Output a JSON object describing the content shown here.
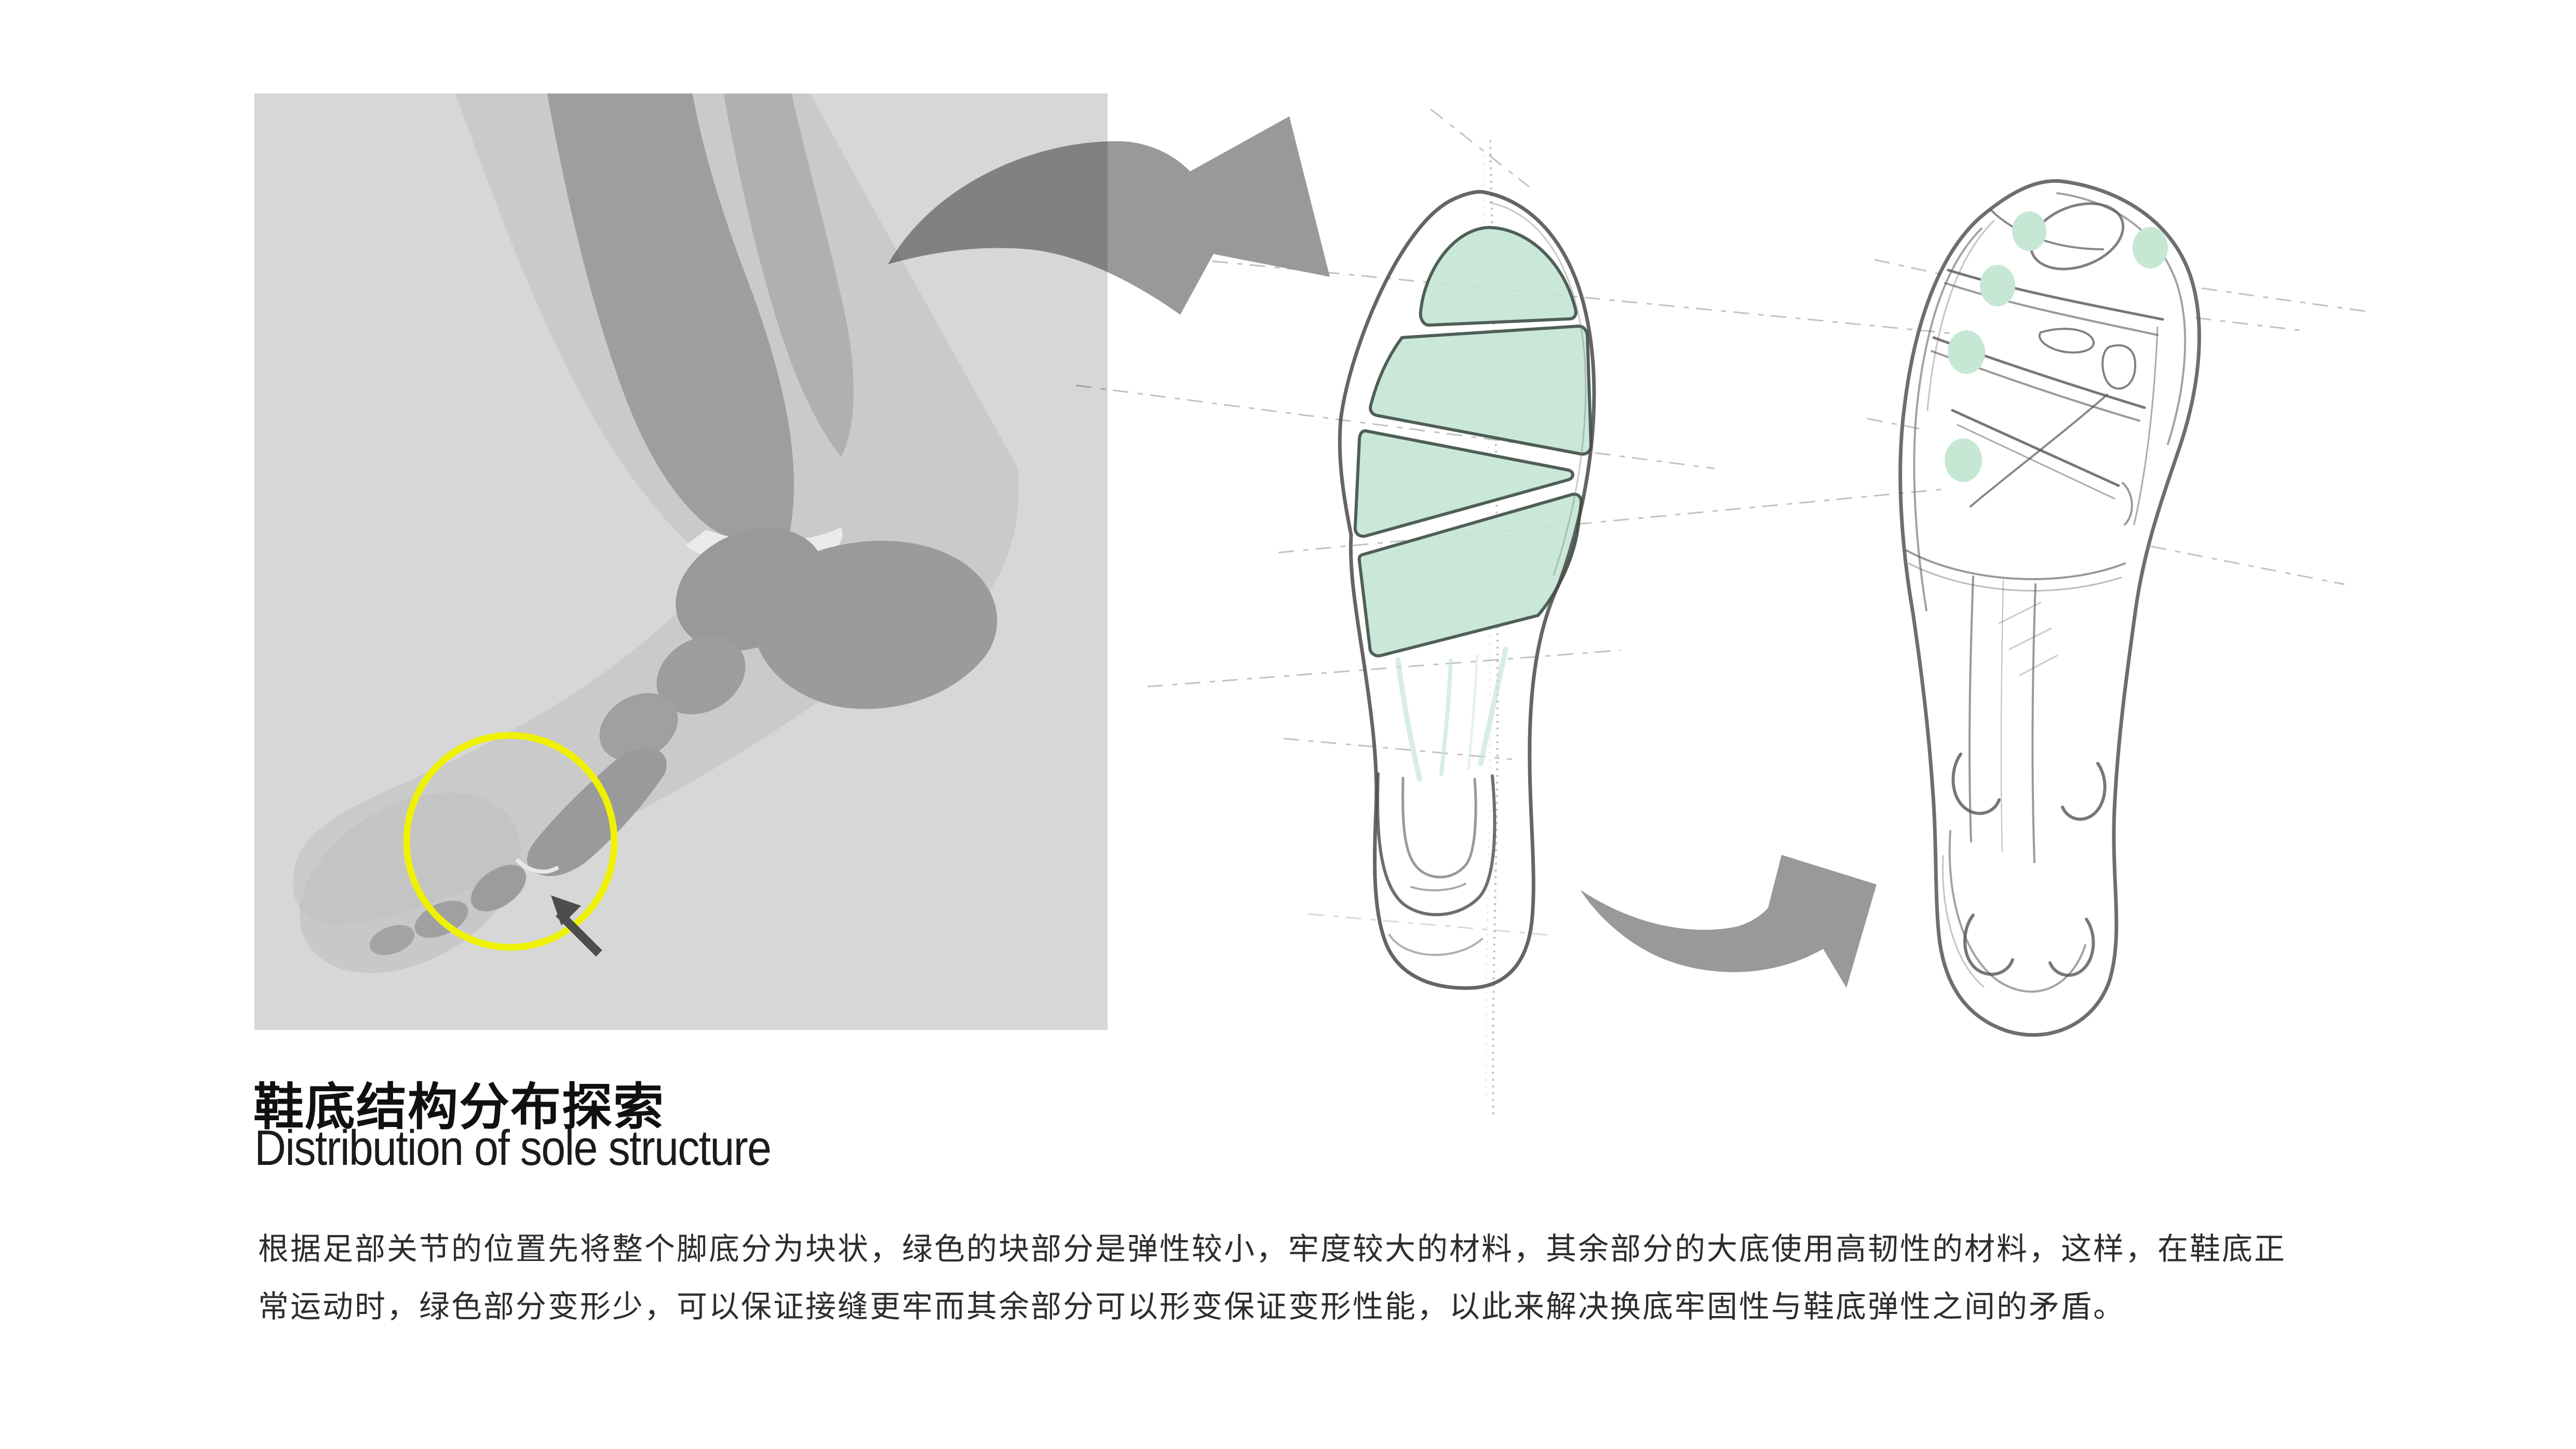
{
  "title": {
    "zh": "鞋底结构分布探索",
    "en": "Distribution of sole structure"
  },
  "body": {
    "lines": [
      "根据足部关节的位置先将整个脚底分为块状，绿色的块部分是弹性较小，牢度较大的材料，其余部分的大底使用高韧性的材料，这样，在鞋底正",
      "常运动时，绿色部分变形少，可以保证接缝更牢而其余部分可以形变保证变形性能，以此来解决换底牢固性与鞋底弹性之间的矛盾。"
    ]
  },
  "colors": {
    "mint": "#c6e7d4",
    "photo_bg": "#d7d7d7",
    "arrow_gray": "#999999",
    "highlight_yellow": "#eef202",
    "pointer_dark": "#4d4d4d",
    "pencil": "#4a4a4a"
  },
  "figures": {
    "anatomy_photo": {
      "background": "#d7d7d7",
      "highlight_circle_color": "#eef202",
      "pointer_color": "#4d4d4d"
    },
    "sole_plan_sketch": {
      "green_block_count": 4,
      "block_color": "#c6e7d4"
    },
    "cleat_sole_sketch": {
      "stud_count": 5,
      "stud_color": "#c6e7d4"
    },
    "flow_arrows": {
      "count": 2,
      "color": "#999999"
    }
  }
}
